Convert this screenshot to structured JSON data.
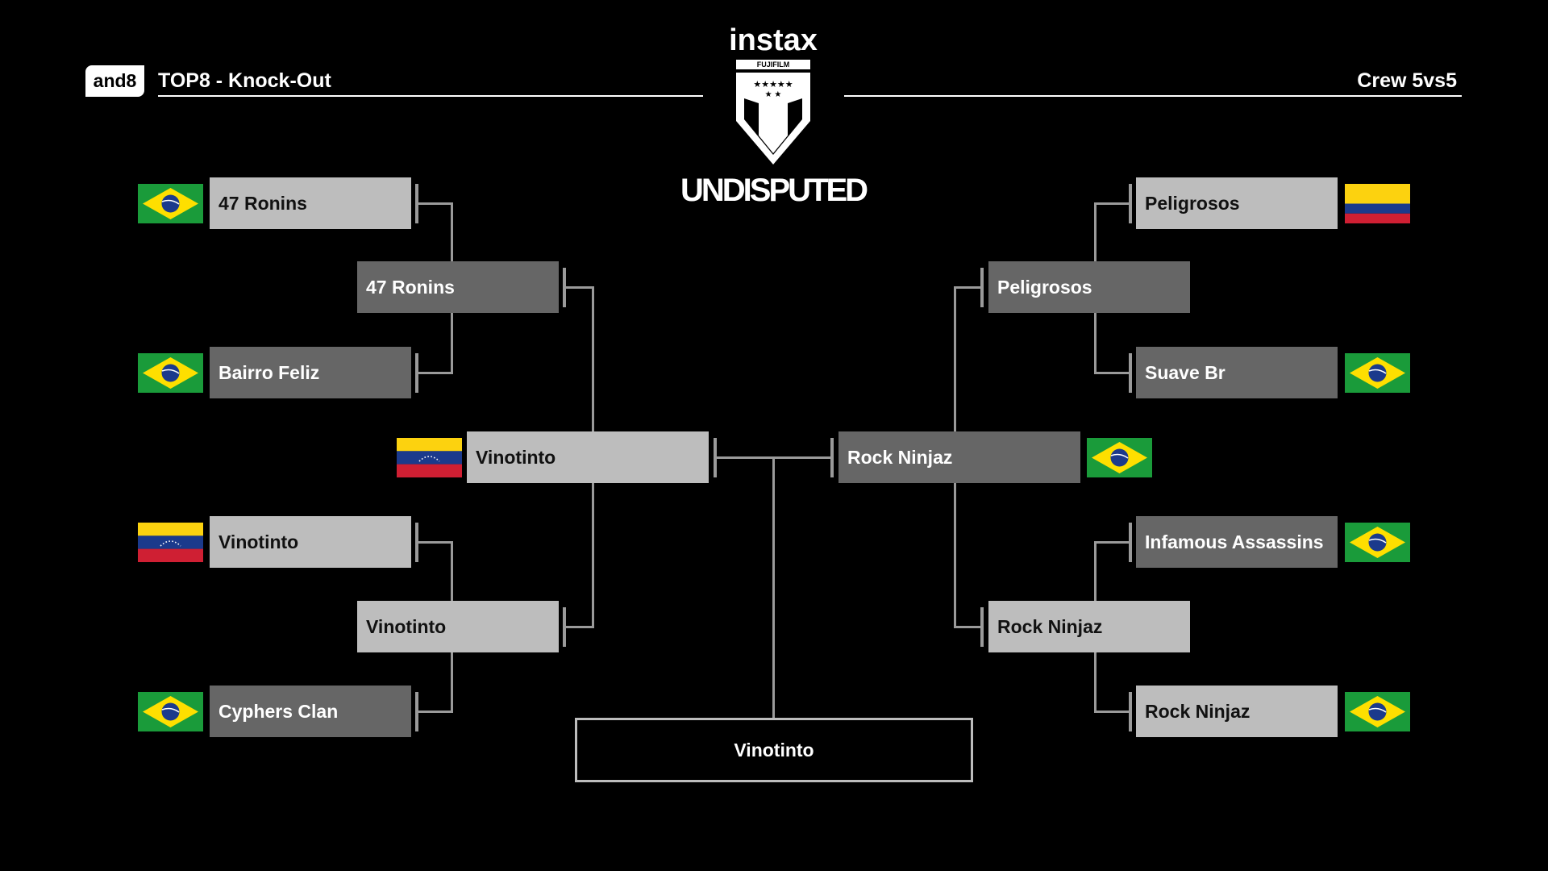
{
  "header": {
    "badge": "and8",
    "title": "TOP8 - Knock-Out",
    "category": "Crew 5vs5"
  },
  "logo": {
    "sponsor": "instax",
    "sponsor_sub": "FUJIFILM",
    "event": "UNDISPUTED"
  },
  "colors": {
    "winner_box": "#bdbdbd",
    "loser_box": "#666666",
    "connector": "#9a9a9a"
  },
  "left": {
    "round1": [
      {
        "name": "47 Ronins",
        "flag": "brazil"
      },
      {
        "name": "Bairro Feliz",
        "flag": "brazil"
      },
      {
        "name": "Vinotinto",
        "flag": "venezuela"
      },
      {
        "name": "Cyphers Clan",
        "flag": "brazil"
      }
    ],
    "quarter": [
      {
        "name": "47 Ronins"
      },
      {
        "name": "Vinotinto"
      }
    ],
    "semi": {
      "name": "Vinotinto",
      "flag": "venezuela"
    }
  },
  "right": {
    "round1": [
      {
        "name": "Peligrosos",
        "flag": "colombia"
      },
      {
        "name": "Suave Br",
        "flag": "brazil"
      },
      {
        "name": "Infamous Assassins",
        "flag": "brazil"
      },
      {
        "name": "Rock Ninjaz",
        "flag": "brazil"
      }
    ],
    "quarter": [
      {
        "name": "Peligrosos"
      },
      {
        "name": "Rock Ninjaz"
      }
    ],
    "semi": {
      "name": "Rock Ninjaz",
      "flag": "brazil"
    }
  },
  "final": {
    "winner": "Vinotinto"
  }
}
